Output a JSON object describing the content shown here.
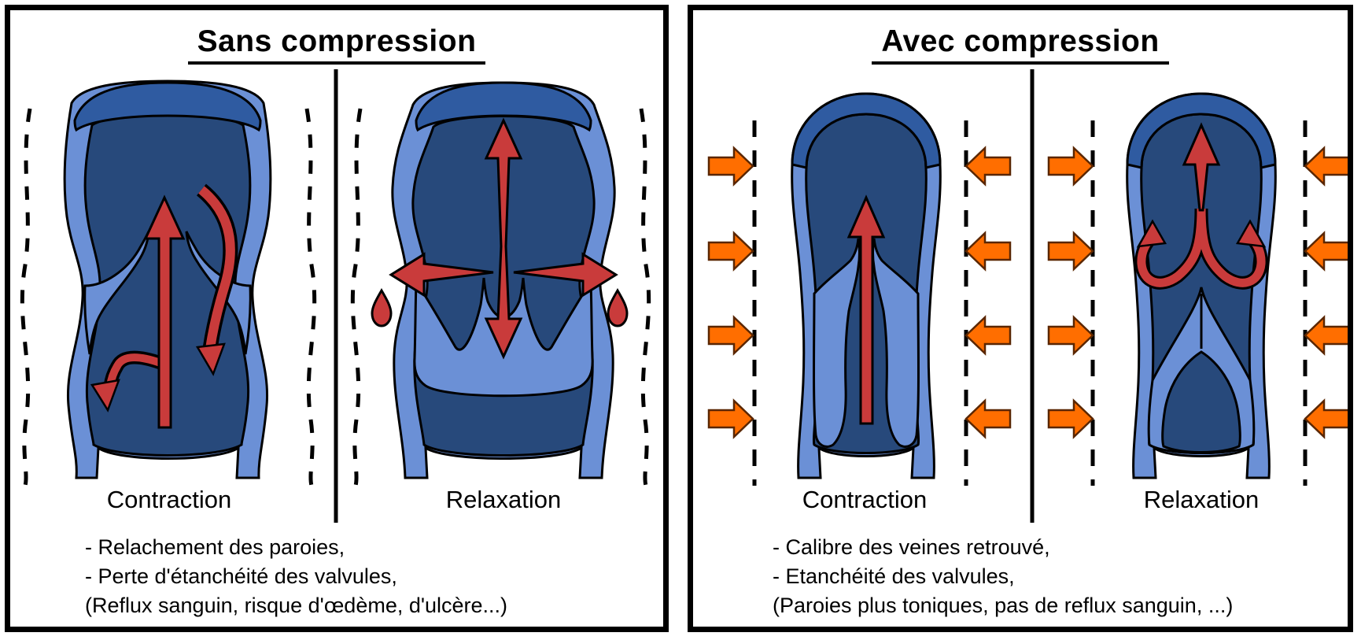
{
  "panels": {
    "left": {
      "title": "Sans compression",
      "labels": {
        "first": "Contraction",
        "second": "Relaxation"
      },
      "notes": [
        "- Relachement des paroies,",
        "- Perte d'étanchéité des valvules,",
        "(Reflux sanguin, risque d'œdème, d'ulcère...)"
      ]
    },
    "right": {
      "title": "Avec compression",
      "labels": {
        "first": "Contraction",
        "second": "Relaxation"
      },
      "notes": [
        "- Calibre des veines retrouvé,",
        "- Etanchéité des valvules,",
        "(Paroies plus toniques, pas de reflux sanguin, ...)"
      ]
    }
  },
  "colors": {
    "vein_wall": "#6B90D6",
    "vein_lumen": "#27497B",
    "vein_cap": "#2F5BA1",
    "blood_red": "#C93B3B",
    "compression_orange": "#FF6E00",
    "outline": "#000000",
    "background": "#FFFFFF"
  },
  "icons": {
    "compression-arrow-icon": "orange block arrow pressing inward",
    "blood-droplet-icon": "red teardrop (leaking blood)",
    "flow-arrow-icon": "red arrow (blood flow direction)",
    "pressure-line-icon": "black dashed boundary line"
  }
}
